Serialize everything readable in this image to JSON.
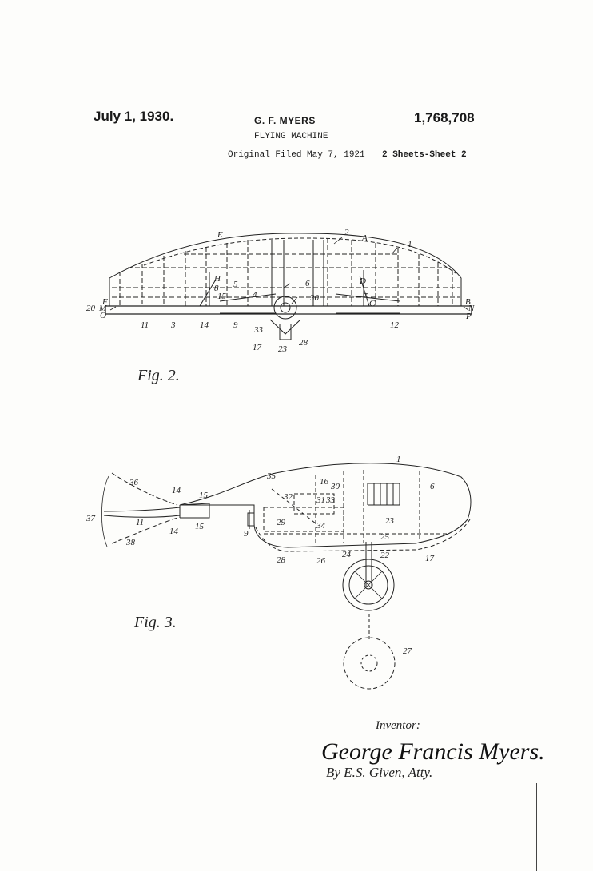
{
  "header": {
    "date": "July 1, 1930.",
    "inventor": "G. F. MYERS",
    "patent_number": "1,768,708",
    "title": "FLYING MACHINE",
    "filed": "Original Filed May 7, 1921",
    "sheets": "2 Sheets-Sheet 2"
  },
  "figures": {
    "fig2": {
      "caption": "Fig. 2.",
      "labels": {
        "l1": "1",
        "l2": "2",
        "l3": "3",
        "l4": "4",
        "l5": "5",
        "l6": "6",
        "l7": "7",
        "l8": "8",
        "l9": "9",
        "l11": "11",
        "l12": "12",
        "l14": "14",
        "l15": "15",
        "l17": "17",
        "l20": "20",
        "l23": "23",
        "l28": "28",
        "l30": "30",
        "l33": "33",
        "lA": "A",
        "lB": "B",
        "lC": "C",
        "lD": "D",
        "lE": "E",
        "lF": "F",
        "lH": "H",
        "lM": "M",
        "lN": "N",
        "lO": "O",
        "lP": "P"
      }
    },
    "fig3": {
      "caption": "Fig. 3.",
      "labels": {
        "l1": "1",
        "l6": "6",
        "l9": "9",
        "l11": "11",
        "l14a": "14",
        "l14b": "14",
        "l15a": "15",
        "l15b": "15",
        "l16": "16",
        "l17": "17",
        "l22": "22",
        "l23": "23",
        "l24": "24",
        "l25": "25",
        "l26": "26",
        "l27": "27",
        "l28": "28",
        "l29": "29",
        "l30": "30",
        "l31": "31",
        "l32": "32",
        "l33": "33",
        "l34": "34",
        "l35": "35",
        "l36": "36",
        "l37": "37",
        "l38": "38"
      }
    }
  },
  "signature": {
    "inventor_label": "Inventor:",
    "name": "George Francis Myers.",
    "attorney": "By E.S. Given, Atty."
  }
}
